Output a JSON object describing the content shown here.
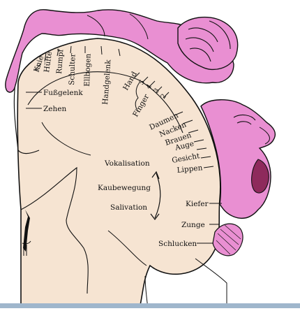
{
  "figure": {
    "colors": {
      "cortex_fill": "#f6e4d2",
      "homunculus_fill": "#e98fd2",
      "outline": "#111111",
      "bottom_bar": "#9fb6cc"
    },
    "labels": {
      "knie": "Knie",
      "huefte": "Hüfte",
      "rumpf": "Rumpf",
      "schulter": "Schulter",
      "ellbogen": "Ellbogen",
      "handgelenk": "Handgelenk",
      "fussgelenk": "Fußgelenk",
      "zehen": "Zehen",
      "hand": "Hand",
      "finger": "Finger",
      "finger_5": "5",
      "finger_4": "4",
      "finger_3": "3",
      "finger_2": "2",
      "daumen": "Daumen",
      "nacken": "Nacken",
      "brauen": "Brauen",
      "auge": "Auge",
      "gesicht": "Gesicht",
      "lippen": "Lippen",
      "vokalisation": "Vokalisation",
      "kaubewegung": "Kaubewegung",
      "salivation": "Salivation",
      "kiefer": "Kiefer",
      "zunge": "Zunge",
      "schlucken": "Schlucken"
    }
  }
}
